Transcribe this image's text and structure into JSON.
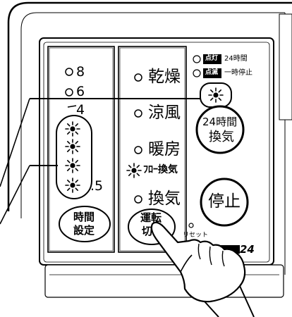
{
  "timer_column": {
    "hour_marks": [
      "8",
      "6",
      "4",
      ".5"
    ],
    "button_label_line1": "時間",
    "button_label_line2": "設定"
  },
  "mode_column": {
    "modes": [
      "乾燥",
      "涼風",
      "暖房",
      "ﾌﾛｰ換気",
      "換気"
    ],
    "button_label_line1": "運転",
    "button_label_line2": "切"
  },
  "status_column": {
    "legend_on_tag": "点灯",
    "legend_on_text": "24時間",
    "legend_blink_tag": "点滅",
    "legend_blink_text": "一時停止",
    "ventilation_button_line1": "24時間",
    "ventilation_button_line2": "換気",
    "stop_button_label": "停止",
    "reset_label": "リセット",
    "model_suffix": "24"
  }
}
